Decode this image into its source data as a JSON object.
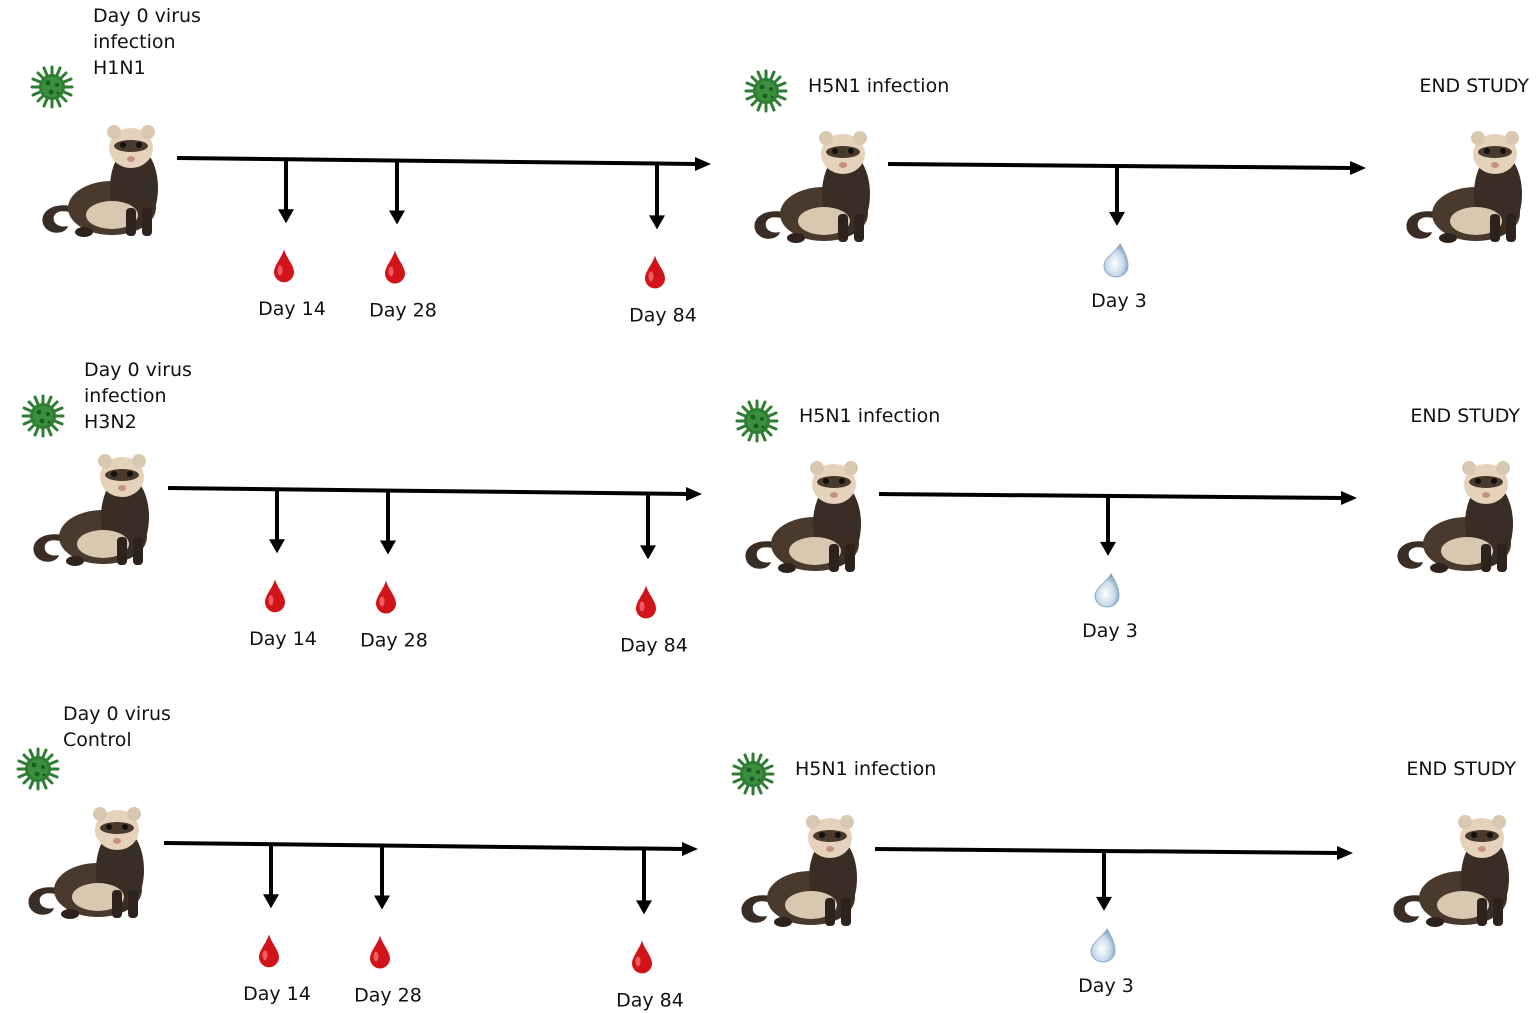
{
  "colors": {
    "virus": "#2e7d32",
    "blood": "#d0141a",
    "swab": "#a9c4dc",
    "line": "#000000"
  },
  "icons": {
    "virus": "virus-icon",
    "ferret": "ferret-image",
    "blood": "blood-drop-icon",
    "swab": "swab-drop-icon"
  },
  "rows": [
    {
      "group_lines": [
        "Day 0 virus",
        "infection",
        "H1N1"
      ],
      "challenge_label": "H5N1 infection",
      "end_label": "END STUDY",
      "bleeds": [
        "Day 14",
        "Day 28",
        "Day 84"
      ],
      "swab": "Day 3"
    },
    {
      "group_lines": [
        "Day 0 virus",
        "infection",
        "H3N2"
      ],
      "challenge_label": "H5N1 infection",
      "end_label": "END STUDY",
      "bleeds": [
        "Day 14",
        "Day 28",
        "Day 84"
      ],
      "swab": "Day 3"
    },
    {
      "group_lines": [
        "Day 0 virus",
        "Control"
      ],
      "challenge_label": "H5N1 infection",
      "end_label": "END STUDY",
      "bleeds": [
        "Day 14",
        "Day 28",
        "Day 84"
      ],
      "swab": "Day 3"
    }
  ]
}
